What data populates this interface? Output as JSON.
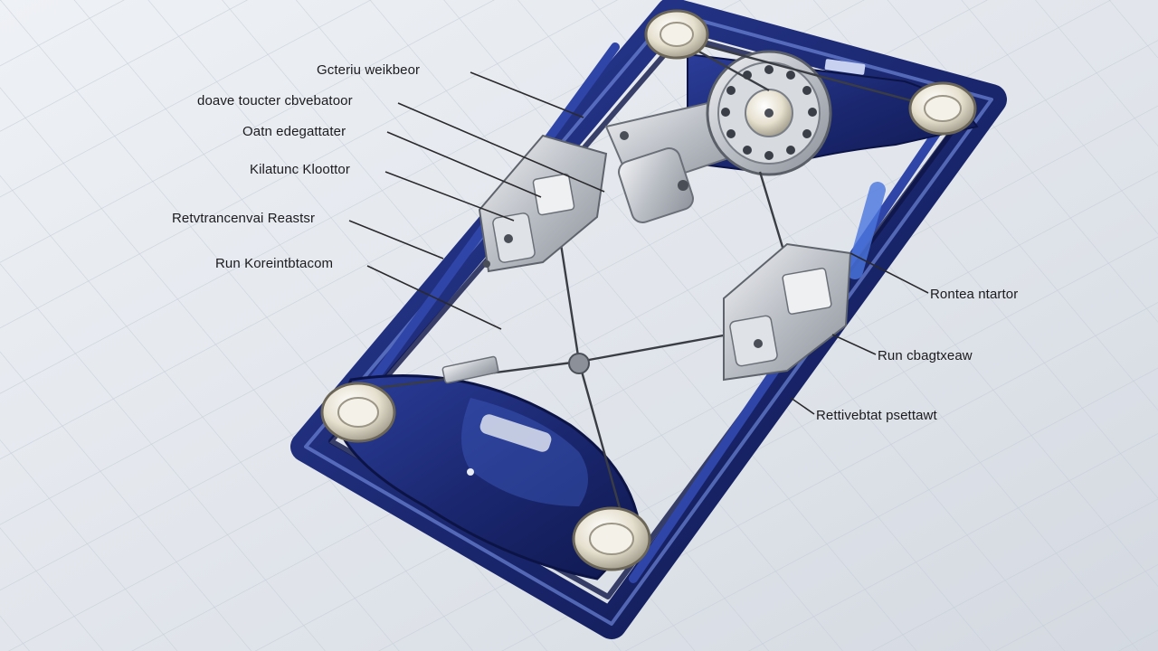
{
  "diagram": {
    "colors": {
      "background": "#e4e8ee",
      "grid": "#c9d0da",
      "frame_blue": "#1f2e7a",
      "frame_highlight": "#5a72c8",
      "metal": "#c8ccd2",
      "leader_line": "#2a2a2e"
    },
    "labels": {
      "left": [
        "Gcteriu weikbeor",
        "doave toucter cbvebatoor",
        "Oatn edegattater",
        "Kilatunc Kloottor",
        "Retvtrancenvai Reastsr",
        "Run Koreintbtacom"
      ],
      "right": [
        "Rontea ntartor",
        "Run cbagtxeaw",
        "Rettivebtat psettawt"
      ]
    }
  }
}
